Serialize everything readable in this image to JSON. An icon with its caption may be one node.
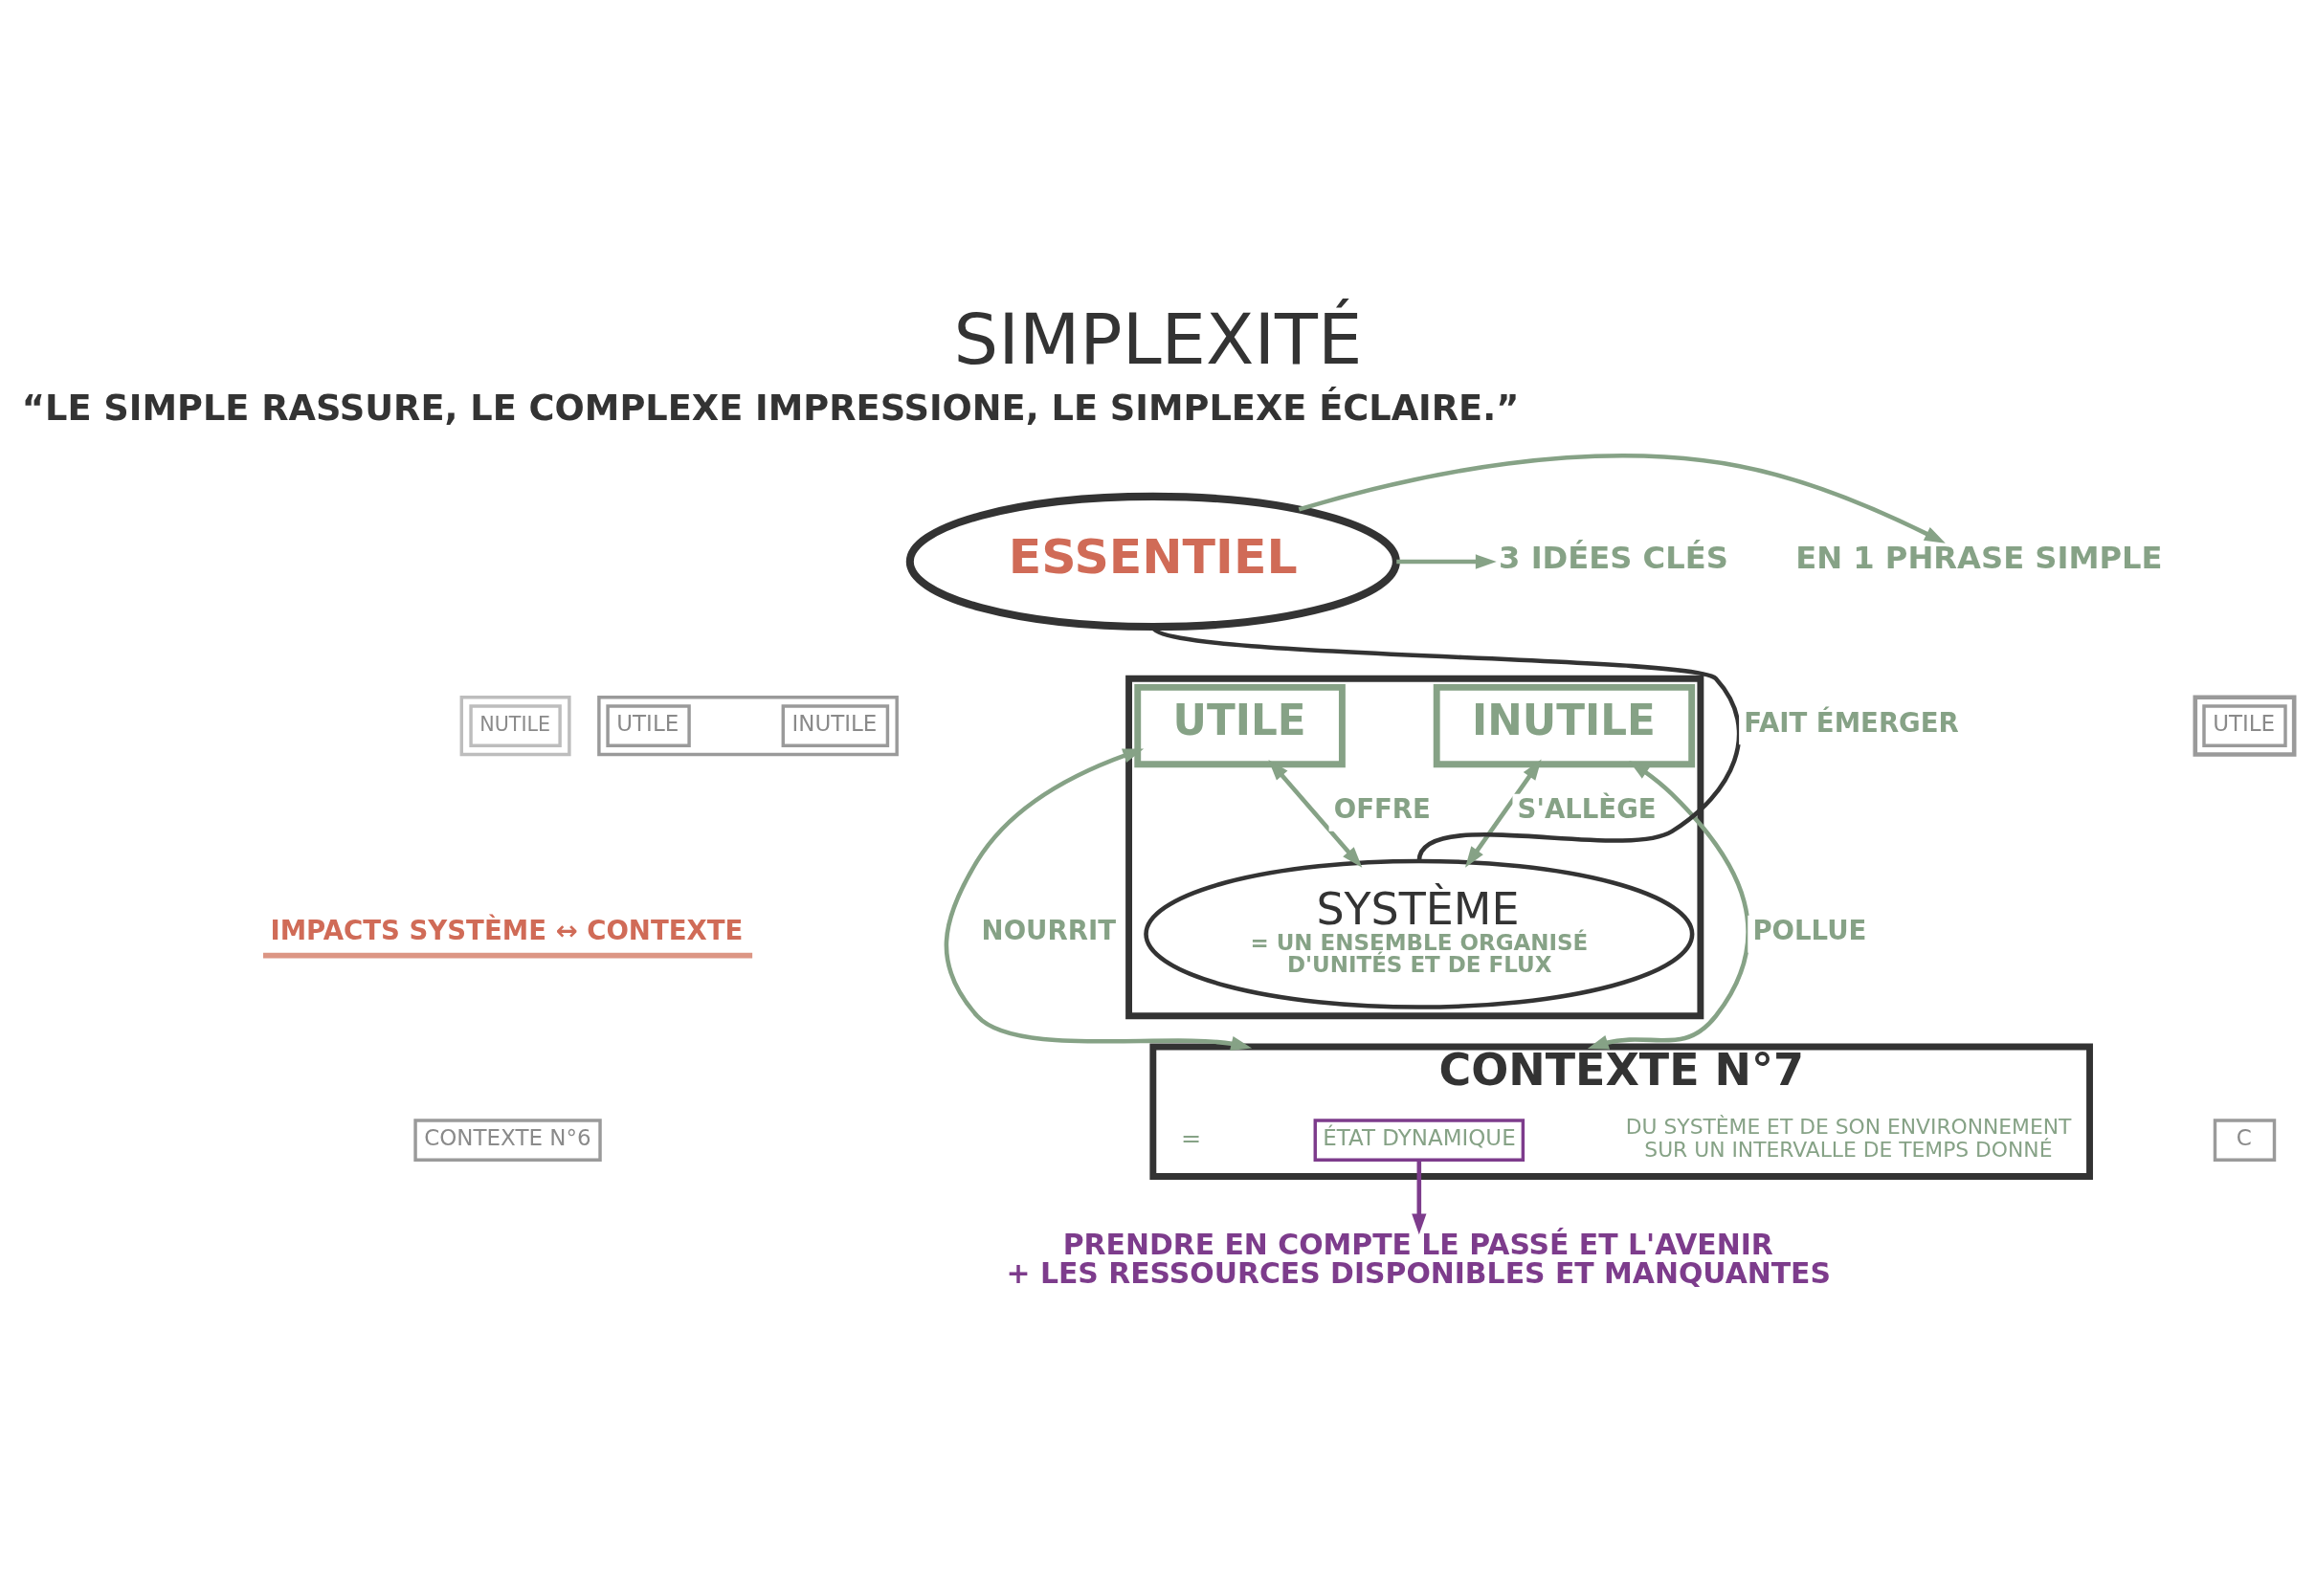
{
  "diagram": {
    "title": "SIMPLEXITÉ",
    "nodes": [
      {
        "text": [
          "ESSENTIEL"
        ]
      },
      {
        "text": [
          "EN 1 PHRASE SIMPLE"
        ]
      },
      {
        "text": [
          "3 IDÉES CLÉS"
        ]
      },
      {
        "text": [],
        "shape": "box"
      },
      {
        "text": [
          "UTILE"
        ],
        "in": 3
      },
      {
        "text": [
          "INUTILE"
        ],
        "in": 3
      },
      {
        "text": [
          "SYSTÈME",
          "= UN ENSEMBLE ORGANISÉ D'UNITÉS ET DE FLUX"
        ],
        "in": 3
      },
      {
        "text": [
          "CONTEXTE N°7",
          "=",
          "DU SYSTÈME ET DE SON ENVIRONNEMENT SUR UN INTERVALLE DE TEMPS DONNÉ"
        ]
      },
      {
        "text": [
          "ÉTAT DYNAMIQUE"
        ],
        "in": 7
      },
      {
        "text": [
          "PRENDRE EN COMPTE LE PASSÉ ET L'AVENIR",
          "+ LES RESSOURCES DISPONIBLES ET MANQUANTES"
        ]
      },
      {
        "text": [],
        "shape": "box"
      },
      {
        "text": [
          "UTILE"
        ],
        "in": 10
      },
      {
        "text": [
          "INUTILE"
        ],
        "in": 10
      },
      {
        "text": [
          "CONTEXTE N°6"
        ]
      },
      {
        "text": [],
        "shape": "box"
      },
      {
        "text": [
          "NUTILE"
        ],
        "in": 14
      },
      {
        "text": [],
        "shape": "box"
      },
      {
        "text": [
          "UTILE"
        ],
        "in": 16
      },
      {
        "text": [
          "C"
        ]
      }
    ],
    "edges": [
      {
        "from": 0,
        "to": 1,
        "arrow": "to"
      },
      {
        "from": 0,
        "to": 2,
        "arrow": "to"
      },
      {
        "from": 6,
        "to": 0,
        "arrow": "none",
        "label": "FAIT ÉMERGER",
        "color": "#333333"
      },
      {
        "from": 4,
        "to": 6,
        "arrow": "both",
        "label": "OFFRE"
      },
      {
        "from": 5,
        "to": 6,
        "arrow": "both",
        "label": "S'ALLÈGE"
      },
      {
        "from": 4,
        "to": 7,
        "arrow": "both",
        "label": "NOURRIT"
      },
      {
        "from": 5,
        "to": 7,
        "arrow": "both",
        "label": "POLLUE"
      },
      {
        "from": 8,
        "to": 9,
        "arrow": "to",
        "color": "#7d3c8c"
      }
    ],
    "labels": [
      "“LE SIMPLE RASSURE, LE COMPLEXE IMPRESSIONE, LE SIMPLEXE ÉCLAIRE.”",
      "IMPACTS SYSTÈME ↔ CONTEXTE"
    ]
  }
}
